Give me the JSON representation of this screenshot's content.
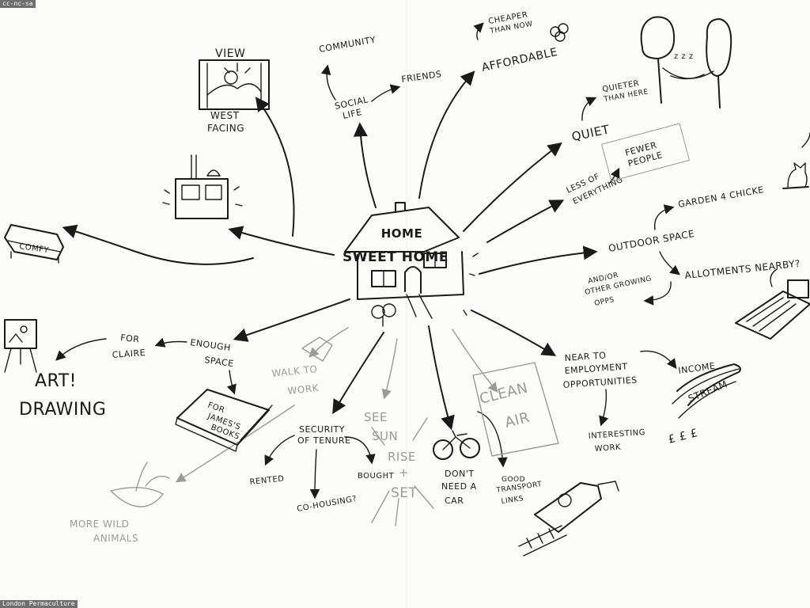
{
  "license_badge": "cc-nc-sa",
  "credit": "London Permaculture",
  "center": {
    "line1": "HOME",
    "line2": "SWEET HOME"
  },
  "labels": {
    "community": "COMMUNITY",
    "social_life_1": "SOCIAL",
    "social_life_2": "LIFE",
    "friends": "FRIENDS",
    "cheaper_1": "CHEAPER",
    "cheaper_2": "THAN NOW",
    "affordable": "AFFORDABLE",
    "view": "VIEW",
    "west_1": "WEST",
    "west_2": "FACING",
    "comfy": "COMFY",
    "quiet": "QUIET",
    "quieter_1": "QUIETER",
    "quieter_2": "THAN HERE",
    "less_1": "LESS OF",
    "less_2": "EVERYTHING",
    "fewer_1": "FEWER",
    "fewer_2": "PEOPLE",
    "garden": "GARDEN 4 CHICKE",
    "outdoor": "OUTDOOR SPACE",
    "allotments": "ALLOTMENTS NEARBY?",
    "andor_1": "AND/OR",
    "andor_2": "OTHER GROWING",
    "andor_3": "OPPS",
    "enough_1": "ENOUGH",
    "enough_2": "SPACE",
    "for_claire_1": "FOR",
    "for_claire_2": "CLAIRE",
    "art": "ART!",
    "drawing": "DRAWING",
    "james_1": "FOR",
    "james_2": "JAMES'S",
    "james_3": "BOOKS",
    "walk_1": "WALK TO",
    "walk_2": "WORK",
    "security_1": "SECURITY",
    "security_2": "OF TENURE",
    "rented": "RENTED",
    "cohousing": "CO-HOUSING?",
    "bought": "BOUGHT",
    "see_1": "SEE",
    "see_2": "SUN",
    "see_3": "RISE",
    "see_4": "+",
    "see_5": "SET",
    "dont_1": "DON'T",
    "dont_2": "NEED A",
    "dont_3": "CAR",
    "good_1": "GOOD",
    "good_2": "TRANSPORT",
    "good_3": "LINKS",
    "clean_1": "CLEAN",
    "clean_2": "AIR",
    "near_1": "NEAR TO",
    "near_2": "EMPLOYMENT",
    "near_3": "OPPORTUNITIES",
    "income": "INCOME",
    "stream": "STREAM",
    "interesting_1": "INTERESTING",
    "interesting_2": "WORK",
    "wild_1": "MORE WILD",
    "wild_2": "ANIMALS",
    "pounds": "£ £ £",
    "zzz": "z z z"
  },
  "colors": {
    "ink": "#1a1a1a",
    "faint": "#9a9a9a",
    "paper": "#fcfcfb"
  }
}
